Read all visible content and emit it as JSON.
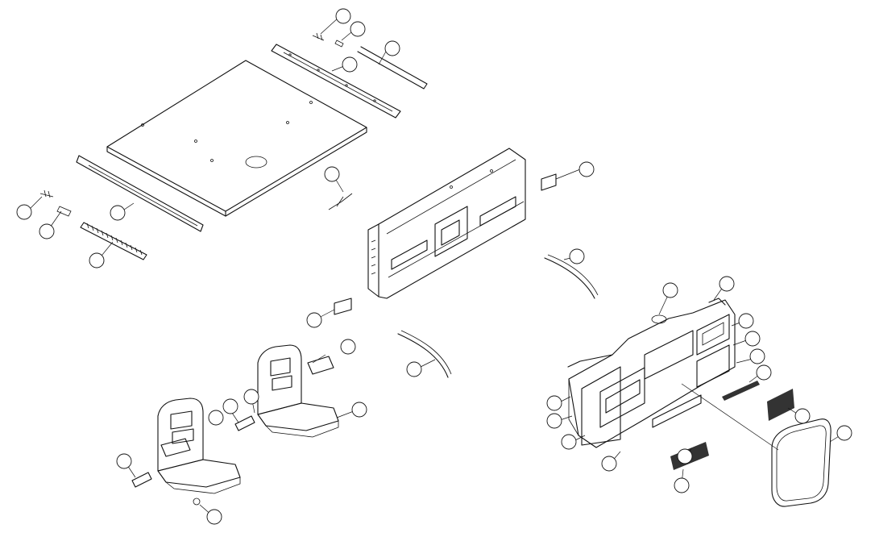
{
  "callouts": [
    {
      "id": "c-23-top",
      "label": ""
    },
    {
      "id": "c-24-top",
      "label": ""
    },
    {
      "id": "c-25",
      "label": ""
    },
    {
      "id": "c-26",
      "label": ""
    },
    {
      "id": "c-23-left",
      "label": ""
    },
    {
      "id": "c-24-left",
      "label": ""
    },
    {
      "id": "c-26-left",
      "label": ""
    },
    {
      "id": "c-27",
      "label": ""
    },
    {
      "id": "c-22",
      "label": ""
    },
    {
      "id": "c-21",
      "label": ""
    },
    {
      "id": "c-20",
      "label": ""
    },
    {
      "id": "c-19",
      "label": ""
    },
    {
      "id": "c-18",
      "label": ""
    },
    {
      "id": "c-9",
      "label": ""
    },
    {
      "id": "c-7",
      "label": ""
    },
    {
      "id": "c-14",
      "label": ""
    },
    {
      "id": "c-6",
      "label": ""
    },
    {
      "id": "c-13",
      "label": ""
    },
    {
      "id": "c-4",
      "label": ""
    },
    {
      "id": "c-3",
      "label": ""
    },
    {
      "id": "c-17",
      "label": ""
    },
    {
      "id": "c-2",
      "label": ""
    },
    {
      "id": "c-1",
      "label": ""
    },
    {
      "id": "c-5",
      "label": ""
    },
    {
      "id": "c-10",
      "label": ""
    },
    {
      "id": "c-11",
      "label": ""
    },
    {
      "id": "c-12",
      "label": ""
    },
    {
      "id": "c-8",
      "label": ""
    },
    {
      "id": "c-33",
      "label": ""
    },
    {
      "id": "c-29",
      "label": ""
    },
    {
      "id": "c-32",
      "label": ""
    },
    {
      "id": "c-31",
      "label": ""
    },
    {
      "id": "c-30",
      "label": ""
    },
    {
      "id": "c-28",
      "label": ""
    }
  ]
}
